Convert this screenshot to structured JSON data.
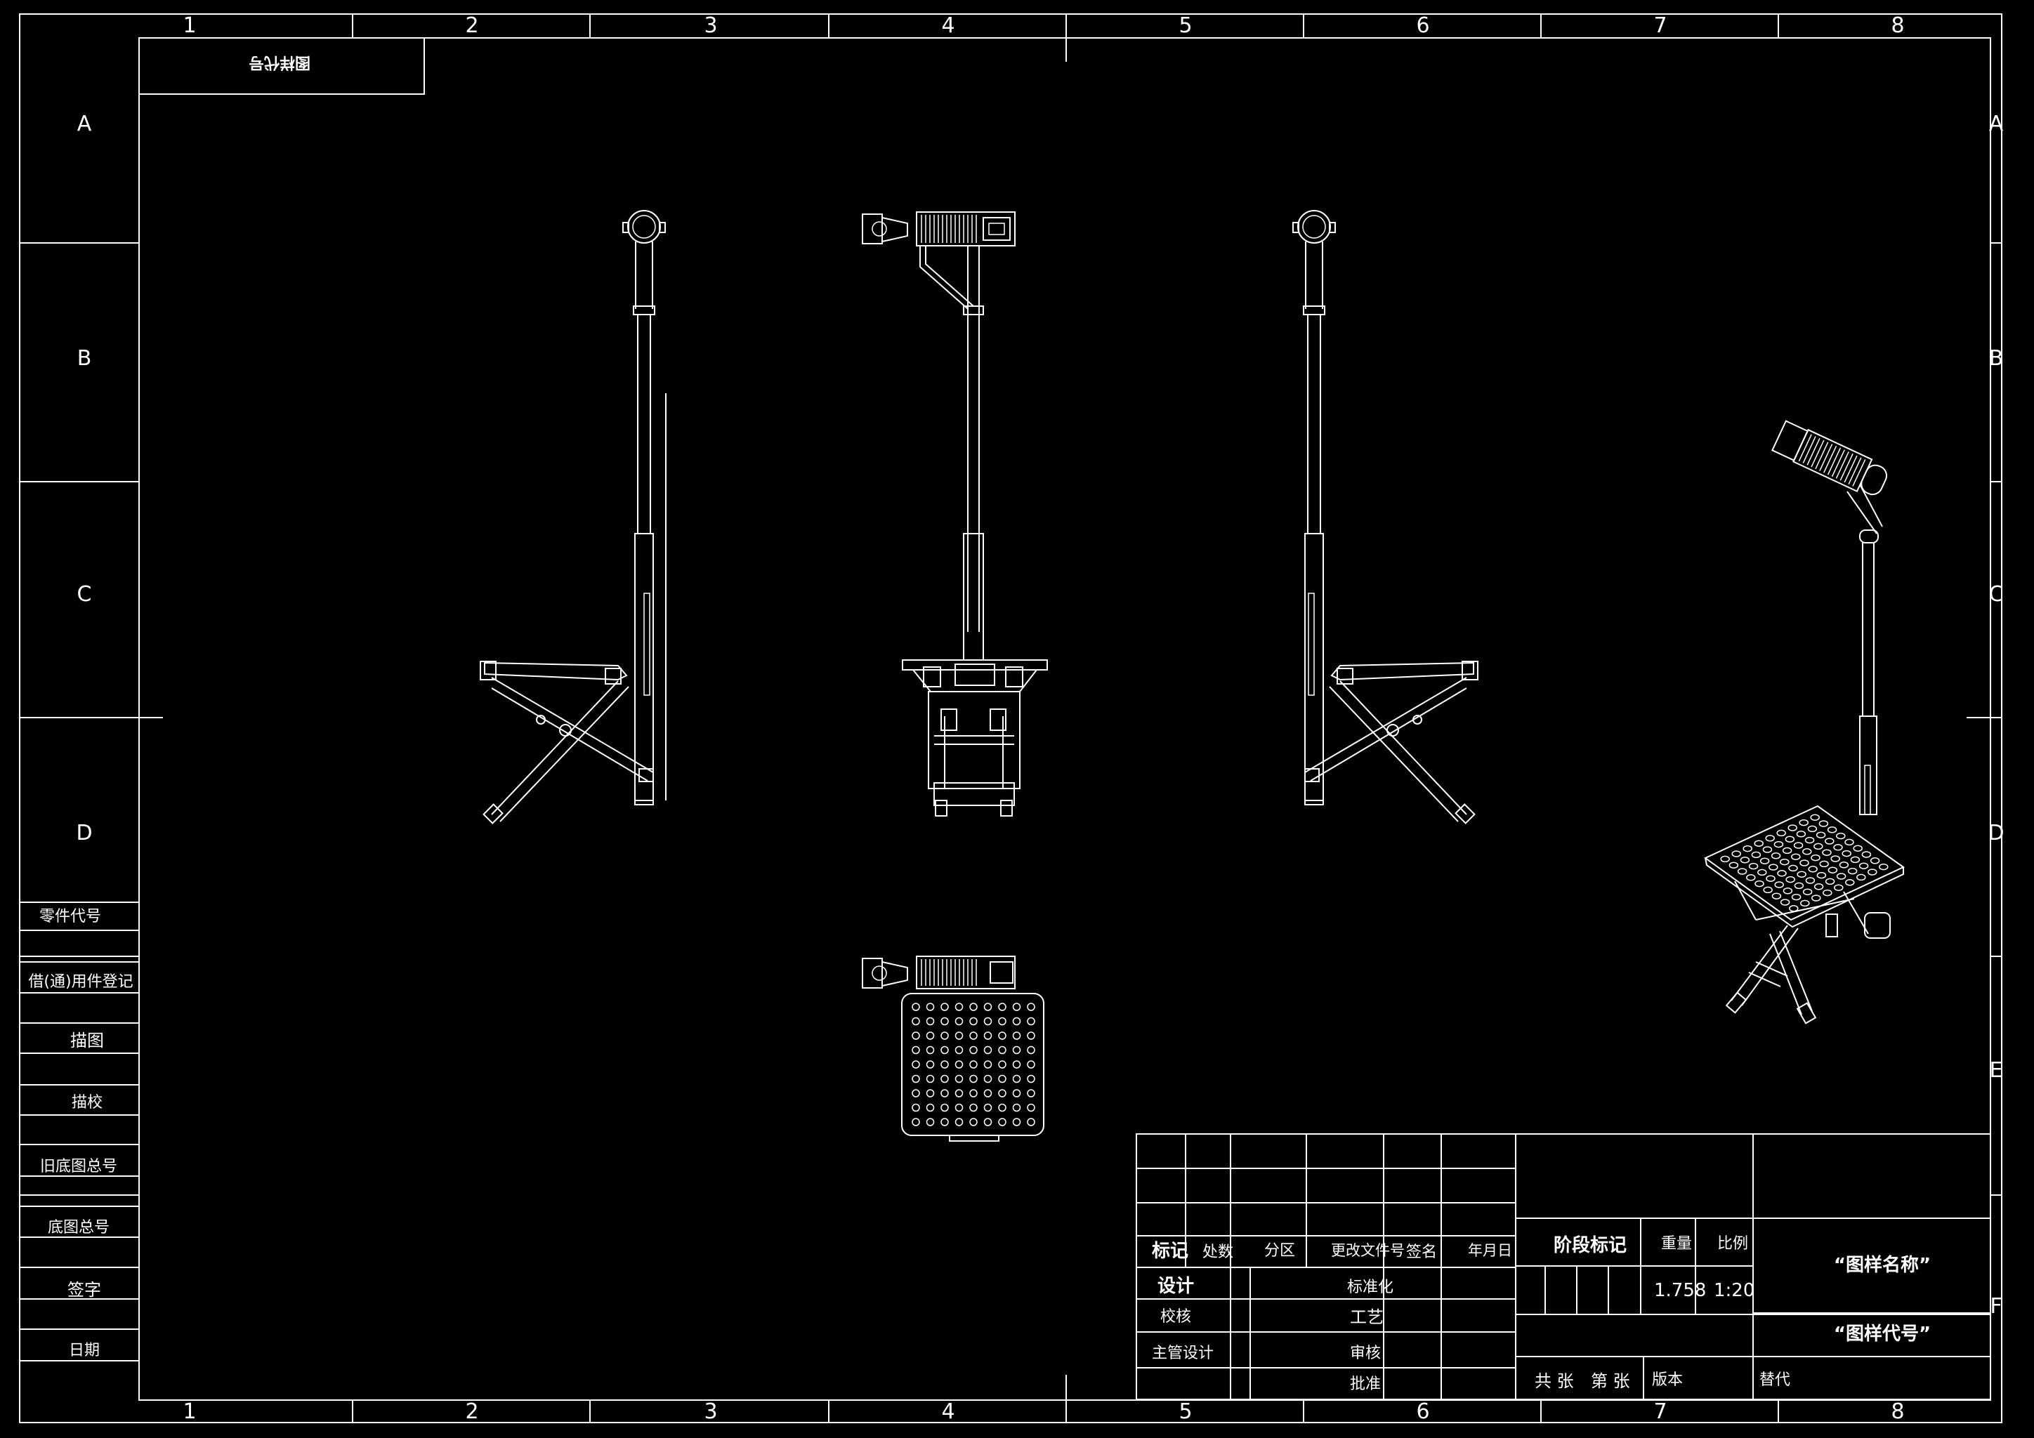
{
  "frame": {
    "col_labels": [
      "1",
      "2",
      "3",
      "4",
      "5",
      "6",
      "7",
      "8"
    ],
    "row_labels": [
      "A",
      "B",
      "C",
      "D",
      "E",
      "F"
    ],
    "corner_tag": "图样代号"
  },
  "left_panel": {
    "labels": [
      "零件代号",
      "借(通)用件登记",
      "描图",
      "描校",
      "旧底图总号",
      "底图总号",
      "签字",
      "日期"
    ]
  },
  "title_block": {
    "header": {
      "mark": "标记",
      "count": "处数",
      "zone": "分区",
      "change_doc": "更改文件号",
      "sign": "签名",
      "date": "年月日"
    },
    "roles": {
      "design": "设计",
      "check": "校核",
      "chief_design": "主管设计",
      "standardize": "标准化",
      "process": "工艺",
      "review": "审核",
      "approve": "批准"
    },
    "stage_mark": "阶段标记",
    "weight_label": "重量",
    "scale_label": "比例",
    "weight_value": "1.758",
    "scale_value": "1:20",
    "drawing_name": "“图样名称”",
    "drawing_code": "“图样代号”",
    "sheets_total": "共 张",
    "sheet_no": "第 张",
    "version": "版本",
    "replaces": "替代"
  }
}
